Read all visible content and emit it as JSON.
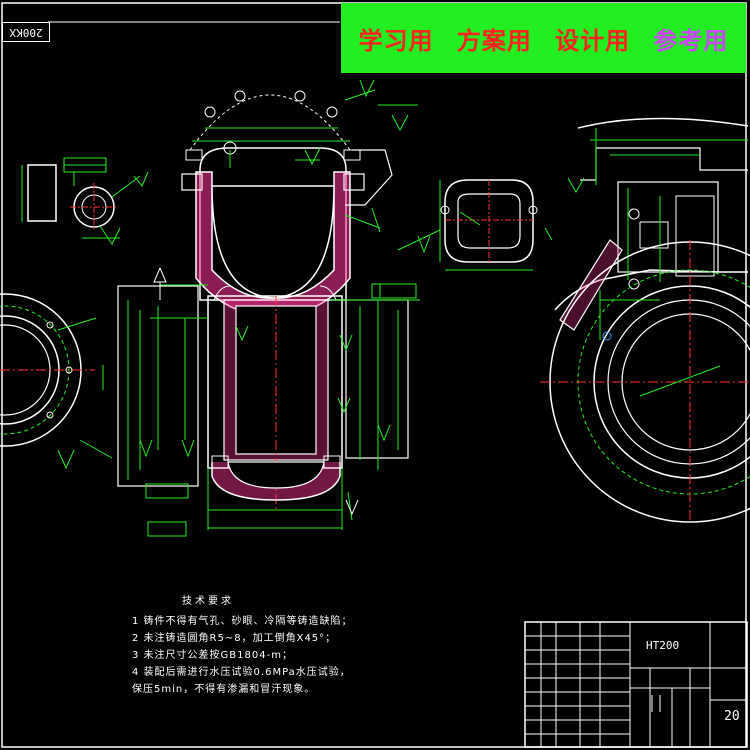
{
  "banner": {
    "items": [
      "学习用",
      "方案用",
      "设计用",
      "参考用"
    ],
    "colors": [
      "#ff2020",
      "#ff2020",
      "#ff2020",
      "#cc44ff"
    ],
    "background": "#22ee22"
  },
  "drawing": {
    "corner_tag": "200KX",
    "notes_title": "技术要求",
    "notes": [
      "1 铸件不得有气孔、砂眼、冷隔等铸造缺陷；",
      "2 未注铸造圆角R5~8，加工倒角X45°；",
      "3 未注尺寸公差按GB1804-m；",
      "4 装配后需进行水压试验0.6MPa水压试验，",
      "  保压5min，不得有渗漏和冒汗现象。"
    ],
    "title_block": {
      "material": "HT200",
      "scale": "20"
    },
    "colors": {
      "background": "#000000",
      "outline": "#ffffff",
      "dimension": "#22ee22",
      "section_hatch": "#ff3399",
      "center_line": "#ff3333"
    }
  }
}
